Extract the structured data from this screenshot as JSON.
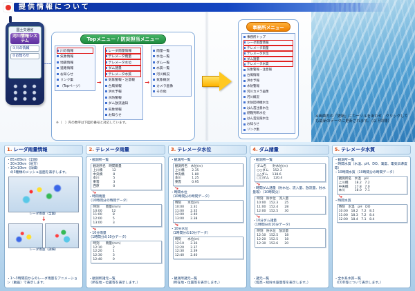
{
  "page": {
    "title": "提供情報について",
    "photo_note": "※画面内の「更新」にカーソルをあわせ、クリックしても最新のデータに更新されます。（以下同様）"
  },
  "phone": {
    "agency": "国土交通省",
    "system_line1": "河川情報システム",
    "items": [
      {
        "label": "①川の情報"
      },
      {
        "label": "②お知らせ"
      }
    ]
  },
  "top_menu": {
    "title": "Topメニュー / 防災担当メニュー",
    "arrow1": "→",
    "arrow2": "→",
    "top_items": [
      {
        "label": "川の情報",
        "hl": true
      },
      {
        "label": "気象情報"
      },
      {
        "label": "地震情報"
      },
      {
        "label": "道路情報"
      },
      {
        "label": "お知らせ"
      },
      {
        "label": "リンク集"
      },
      {
        "label": "（Topページ）"
      }
    ],
    "bousai_items": [
      {
        "label": "レーダ雨量情報",
        "hl": true
      },
      {
        "label": "テレメータ雨量",
        "hl": true
      },
      {
        "label": "テレメータ水位",
        "hl": true
      },
      {
        "label": "ダム諸量",
        "hl": true
      },
      {
        "label": "テレメータ水質",
        "hl": true
      },
      {
        "label": "気象警報・注意報"
      },
      {
        "label": "台風情報"
      },
      {
        "label": "洪水予報"
      },
      {
        "label": "水防警報"
      },
      {
        "label": "ダム放流通知"
      },
      {
        "label": "気象情報"
      },
      {
        "label": "お知らせ"
      }
    ],
    "sub_items": [
      {
        "label": "雨量一覧"
      },
      {
        "label": "水位一覧"
      },
      {
        "label": "ダム一覧"
      },
      {
        "label": "水質一覧"
      },
      {
        "label": "河川概況"
      },
      {
        "label": "気象概況"
      },
      {
        "label": "カメラ画像"
      },
      {
        "label": "その他"
      }
    ],
    "note": "※（　）内の数字は下図の番号と対応しています。"
  },
  "office_menu": {
    "title": "事務所メニュー",
    "items": [
      {
        "label": "事務所トップ"
      },
      {
        "label": "レーダ雨量情報",
        "hl": true
      },
      {
        "label": "テレメータ雨量",
        "hl": true
      },
      {
        "label": "テレメータ水位",
        "hl": true
      },
      {
        "label": "ダム諸量",
        "hl": true
      },
      {
        "label": "テレメータ水質",
        "hl": true
      },
      {
        "label": "気象警報・注意報"
      },
      {
        "label": "台風情報"
      },
      {
        "label": "洪水予報"
      },
      {
        "label": "水防警報"
      },
      {
        "label": "河川カメラ画像"
      },
      {
        "label": "河川概況"
      },
      {
        "label": "水防団待機水位"
      },
      {
        "label": "はん濫注意水位"
      },
      {
        "label": "避難判断水位"
      },
      {
        "label": "はん濫危険水位"
      },
      {
        "label": "お知らせ"
      },
      {
        "label": "リンク集"
      }
    ]
  },
  "panels": [
    {
      "number": "1.",
      "title": "レーダ雨量情報",
      "bullets": "・85×85km（全国）\n・30×30km（地方）\n・10×10km（詳細）\n　の3種類のメッシュ画面を表示します。",
      "map1_label": "レーダ雨量（全国）",
      "map2_label": "レーダ雨量（詳細）",
      "arrow": "↓",
      "footer": "・1〜3時間前からのレーダ雨量をアニメーション（動画）で表示します。"
    },
    {
      "number": "2.",
      "title": "テレメータ雨量",
      "sections": [
        {
          "bullet": "・観測所一覧",
          "table": "観測所名　時間雨量\n上川橋　　　12\n中央橋　　　 8\n本川　　　　 5\n東雲　　　　 3\n西原　　　　 0",
          "arrow": "→"
        },
        {
          "bullet": "・時間雨量\n（10時間分の時間データ）",
          "table": "時刻　　雨量(mm)\n10:00　　　12\n11:00　　　 8\n12:00　　　 5\n13:00　　　 3",
          "arrow": "→"
        },
        {
          "bullet": "・10分雨量\n（1時間分の10分データ）",
          "table": "時刻　　雨量(mm)\n12:10　　　 2\n12:20　　　 1\n12:30　　　 3\n12:40　　　 0"
        },
        {
          "bullet": "・観測所諸元一覧\n（所在地・位置等を表示します。）"
        }
      ]
    },
    {
      "number": "3.",
      "title": "テレメータ水位",
      "sections": [
        {
          "bullet": "・観測所一覧",
          "table": "観測所名　水位(m)\n上川橋　　 2.35\n中央橋　　 1.80\n本川　　　 1.25\n東雲　　　 0.95",
          "arrow": "→"
        },
        {
          "bullet": "・時間水位\n（10時間分の時間データ）",
          "table": "時刻　　水位(m)\n10:00　　2.31\n11:00　　2.35\n12:00　　2.40\n13:00　　2.38",
          "arrow": "→"
        },
        {
          "bullet": "・10分水位\n（1時間分の10分データ）",
          "table": "時刻　　水位(m)\n12:10　　2.36\n12:20　　2.37\n12:30　　2.39\n12:40　　2.40"
        },
        {
          "bullet": "・観測所諸元一覧\n（所在地・位置等を表示します。）"
        }
      ]
    },
    {
      "number": "4.",
      "title": "ダム諸量",
      "sections": [
        {
          "bullet": "・観測所一覧",
          "table": "ダム名　　貯水位(m)\n○○ダム　 152.3\n△△ダム　 138.6\n□□ダム　 120.4",
          "arrow": "→"
        },
        {
          "bullet": "・時間ダム諸量（貯水位、流入量、放流量、貯水量等）（10時間分）",
          "table": "時刻　貯水位　流入量\n10:00　152.3　　25\n11:00　152.4　　28\n12:00　152.5　　30",
          "arrow": "→"
        },
        {
          "bullet": "・10分ダム諸量\n（1時間分の10分データ）",
          "table": "時刻　貯水位　放流量\n12:10　152.5　　18\n12:20　152.5　　18\n12:30　152.6　　20"
        },
        {
          "bullet": "・諸元一覧\n（堤高・総貯水容量等を表示します。）"
        }
      ]
    },
    {
      "number": "5.",
      "title": "テレメータ水質",
      "sections": [
        {
          "bullet": "・観測所一覧\n・時間水質（水温、pH、DO、濁度、電気伝導度等）\n・10時間水質（10時間分の時間データ）",
          "table": "観測所名　水温　pH\n上川橋　　18.2　7.2\n中央橋　　17.8　7.0\n本川　　　18.0　7.1",
          "arrow": "→"
        },
        {
          "bullet": "・時間水質",
          "table": "時刻　水温　pH　DO\n10:00　18.2　7.2　8.5\n11:00　18.3　7.2　8.4\n12:00　18.4　7.1　8.4"
        },
        {
          "bullet": "・全水系水質一覧\n（COD等について表示します。）"
        }
      ]
    }
  ]
}
